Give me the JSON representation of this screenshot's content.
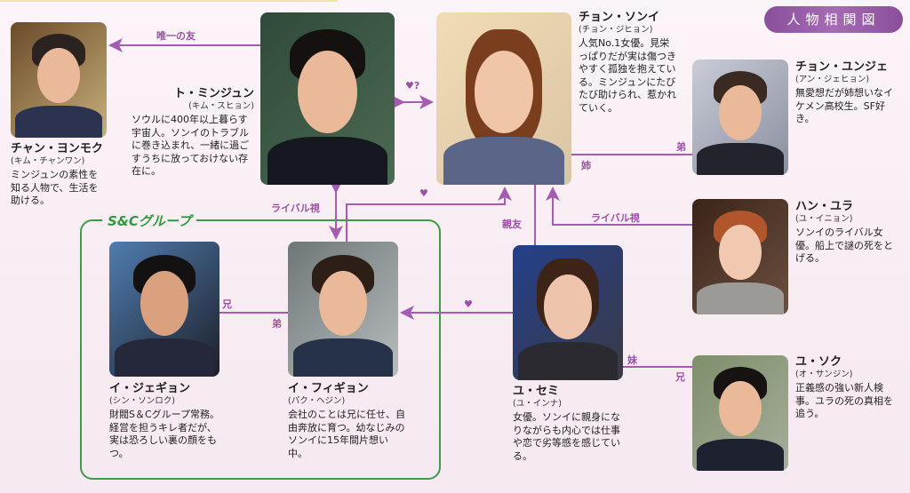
{
  "badge": "人物相関図",
  "group_label": "S&Cグループ",
  "colors": {
    "relation": "#a35cb0",
    "group": "#3f9a4a",
    "badge": "#8a4f9a"
  },
  "characters": {
    "chang": {
      "name": "チャン・ヨンモク",
      "actor": "(キム・チャンワン)",
      "desc": "ミンジュンの素性を知る人物で、生活を助ける。"
    },
    "minjun": {
      "name": "ト・ミンジュン",
      "actor": "(キム・スヒョン)",
      "desc": "ソウルに400年以上暮らす宇宙人。ソンイのトラブルに巻き込まれ、一緒に過ごすうちに放っておけない存在に。"
    },
    "songi": {
      "name": "チョン・ソンイ",
      "actor": "(チョン・ジヒョン)",
      "desc": "人気No.1女優。見栄っぱりだが実は傷つきやすく孤独を抱えている。ミンジュンにたびたび助けられ、惹かれていく。"
    },
    "yunje": {
      "name": "チョン・ユンジェ",
      "actor": "(アン・ジェヒョン)",
      "desc": "無愛想だが姉想いなイケメン高校生。SF好き。"
    },
    "yura": {
      "name": "ハン・ユラ",
      "actor": "(ユ・イニョン)",
      "desc": "ソンイのライバル女優。船上で謎の死をとげる。"
    },
    "semi": {
      "name": "ユ・セミ",
      "actor": "(ユ・インナ)",
      "desc": "女優。ソンイに親身になりながらも内心では仕事や恋で劣等感を感じている。"
    },
    "yuseok": {
      "name": "ユ・ソク",
      "actor": "(オ・サンジン)",
      "desc": "正義感の強い新人検事。ユラの死の真相を追う。"
    },
    "jegyeon": {
      "name": "イ・ジェギョン",
      "actor": "(シン・ソンロク)",
      "desc": "財閥S＆Cグループ常務。経営を担うキレ者だが、実は恐ろしい裏の顔をもつ。"
    },
    "hwigyeon": {
      "name": "イ・フィギョン",
      "actor": "(パク・ヘジン)",
      "desc": "会社のことは兄に任せ、自由奔放に育つ。幼なじみのソンイに15年間片想い中。"
    }
  },
  "relations": {
    "only_friend": "唯一の友",
    "love_q": "♥?",
    "younger_brother": "弟",
    "older_sister": "姉",
    "rival1": "ライバル視",
    "heart1": "♥",
    "best_friend": "親友",
    "rival2": "ライバル視",
    "heart2": "♥",
    "older_brother1": "兄",
    "younger_brother2": "弟",
    "younger_sister": "妹",
    "older_brother2": "兄"
  }
}
